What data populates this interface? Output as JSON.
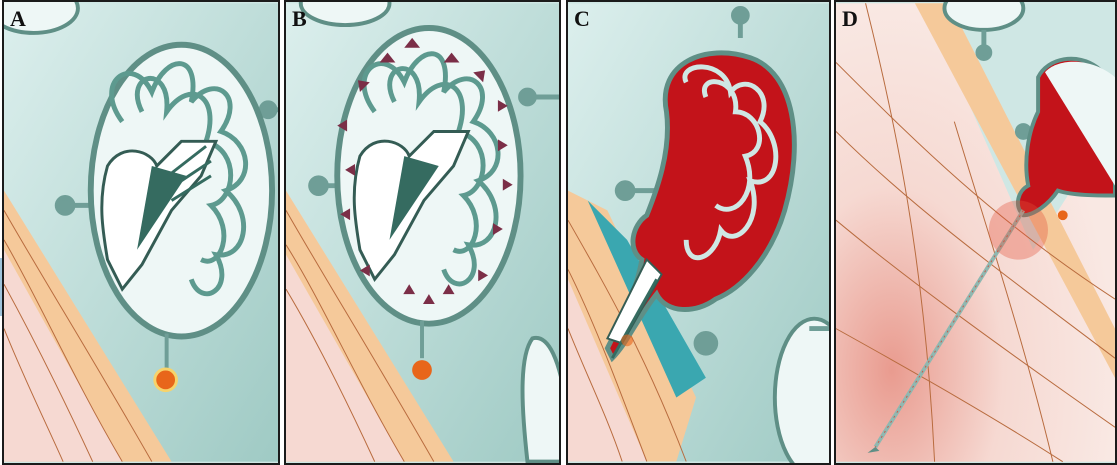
{
  "figure": {
    "panels": [
      {
        "label": "A"
      },
      {
        "label": "B"
      },
      {
        "label": "C"
      },
      {
        "label": "D"
      }
    ]
  },
  "colors": {
    "cell_bg": "#cfe7e4",
    "capsule_outline": "#5f8f86",
    "thread": "#5d9a8f",
    "skin_tan": "#f5c99a",
    "skin_pink": "#f6d9d2",
    "venom_red": "#c3131a",
    "arrow_purple": "#7b2e47",
    "trigger_orange": "#e8661a",
    "tab_blue": "#9fc4dc"
  }
}
